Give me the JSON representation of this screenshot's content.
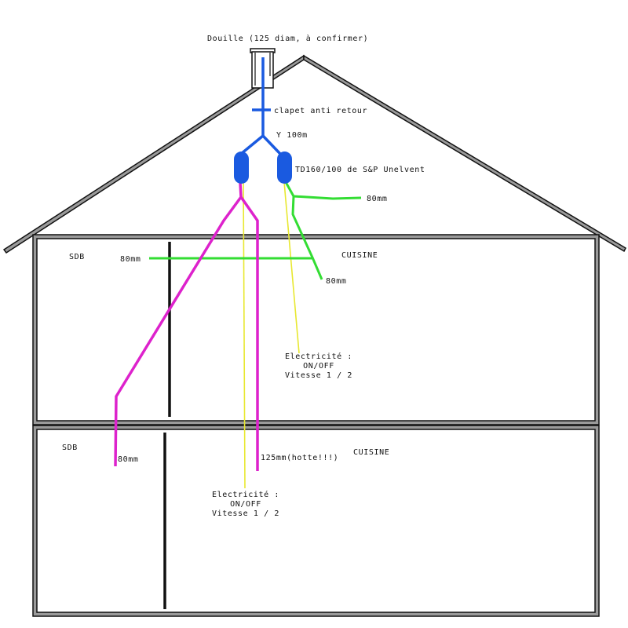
{
  "colors": {
    "outline": "#111111",
    "wall_grey": "#9a9a9a",
    "duct_blue": "#1a5ae0",
    "green_duct": "#33dd33",
    "magenta_duct": "#dd22cc",
    "electric_yellow": "#e8e830"
  },
  "labels": {
    "douille": "Douille (125 diam, à confirmer)",
    "clapet": "clapet anti retour",
    "y_fitting": "Y 100m",
    "unit": "TD160/100 de S&P Unelvent",
    "green_attic_size": "80mm",
    "upper_sdb": "SDB",
    "upper_sdb_size": "80mm",
    "upper_cuisine": "CUISINE",
    "upper_cuisine_size": "80mm",
    "upper_electric": [
      "Electricité :",
      "ON/OFF",
      "Vitesse 1 / 2"
    ],
    "lower_sdb": "SDB",
    "lower_sdb_size": "80mm",
    "lower_cuisine": "CUISINE",
    "lower_hotte_size": "125mm(hotte!!!)",
    "lower_electric": [
      "Electricité :",
      "ON/OFF",
      "Vitesse 1 / 2"
    ]
  }
}
